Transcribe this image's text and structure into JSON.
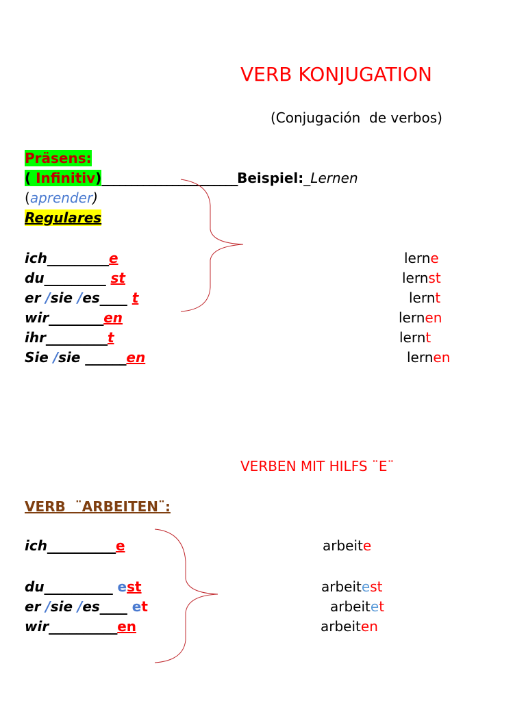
{
  "title": "VERB KONJUGATION",
  "subtitle": "(Conjugación  de verbos)",
  "praesens": "Präsens:",
  "infinitiv": {
    "open": "( ",
    "word": "Infinitiv",
    "close": ")",
    "blank": "_______________________",
    "beispiel": "Beispiel:",
    "blank2": "_",
    "example": "Lernen"
  },
  "aprender": {
    "open": "(",
    "word": "aprender",
    "close": ")"
  },
  "regulares": "Regulares",
  "regular_rows": [
    {
      "pronoun": "ich",
      "blank": "_________",
      "ending": "e",
      "stem": "lern",
      "suffix": "e"
    },
    {
      "pronoun": "du",
      "blank": "_________ ",
      "ending": "st",
      "stem": "lern",
      "suffix": "st"
    },
    {
      "pronoun": "er ",
      "blank": "____ ",
      "ending": "t",
      "stem": "lern",
      "suffix": "t"
    },
    {
      "pronoun": "wir",
      "blank": "________",
      "ending": "en",
      "stem": "lern",
      "suffix": "en"
    },
    {
      "pronoun": "ihr",
      "blank": "_________",
      "ending": "t",
      "stem": "lern",
      "suffix": "t"
    },
    {
      "pronoun": "Sie ",
      "blank": " ______",
      "ending": "en",
      "stem": "lern",
      "suffix": "en"
    }
  ],
  "slash": "/",
  "sie": "sie ",
  "es": "es",
  "sie_lower": "sie",
  "hilfs_heading": "VERBEN MIT HILFS ¨E¨",
  "arbeiten_heading": "VERB  ¨ARBEITEN¨:",
  "arbeiten_rows": [
    {
      "pronoun": "ich",
      "blank": "__________",
      "e": "",
      "ending": "e",
      "stem": "arbeit",
      "s_e": "",
      "suffix": "e"
    },
    {
      "pronoun": "du",
      "blank": "__________ ",
      "e": "e",
      "ending": "st",
      "stem": "arbeit",
      "s_e": "e",
      "suffix": "st"
    },
    {
      "pronoun": "er ",
      "blank": "____ ",
      "e": "e",
      "ending": "t",
      "stem": "arbeit",
      "s_e": "e",
      "suffix": "t"
    },
    {
      "pronoun": "wir",
      "blank": "__________",
      "e": "",
      "ending": "en",
      "stem": "arbeit",
      "s_e": "",
      "suffix": "en"
    }
  ]
}
